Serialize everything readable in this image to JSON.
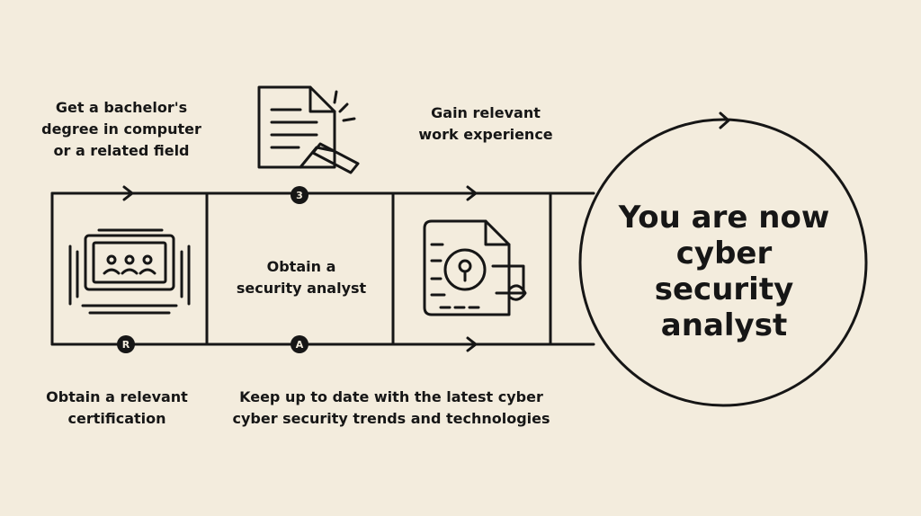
{
  "steps": {
    "bachelor": "Get a bachelor's\ndegree in computer\nor a related field",
    "work_experience": "Gain relevant\nwork experience",
    "security_analyst": "Obtain a\nsecurity analyst",
    "certification": "Obtain a relevant\ncertification",
    "keep_up": "Keep up to date with the latest cyber\ncyber security trends and technologies"
  },
  "final": "You are now\ncyber\nsecurity\nanalyst",
  "badges": {
    "top": "3",
    "bottom_left": "R",
    "bottom_mid": "A"
  },
  "icons": {
    "document": "document-magnifier-icon",
    "classroom": "classroom-icon",
    "padlock": "padlock-icon"
  },
  "colors": {
    "background": "#f3ecdd",
    "ink": "#161616"
  }
}
